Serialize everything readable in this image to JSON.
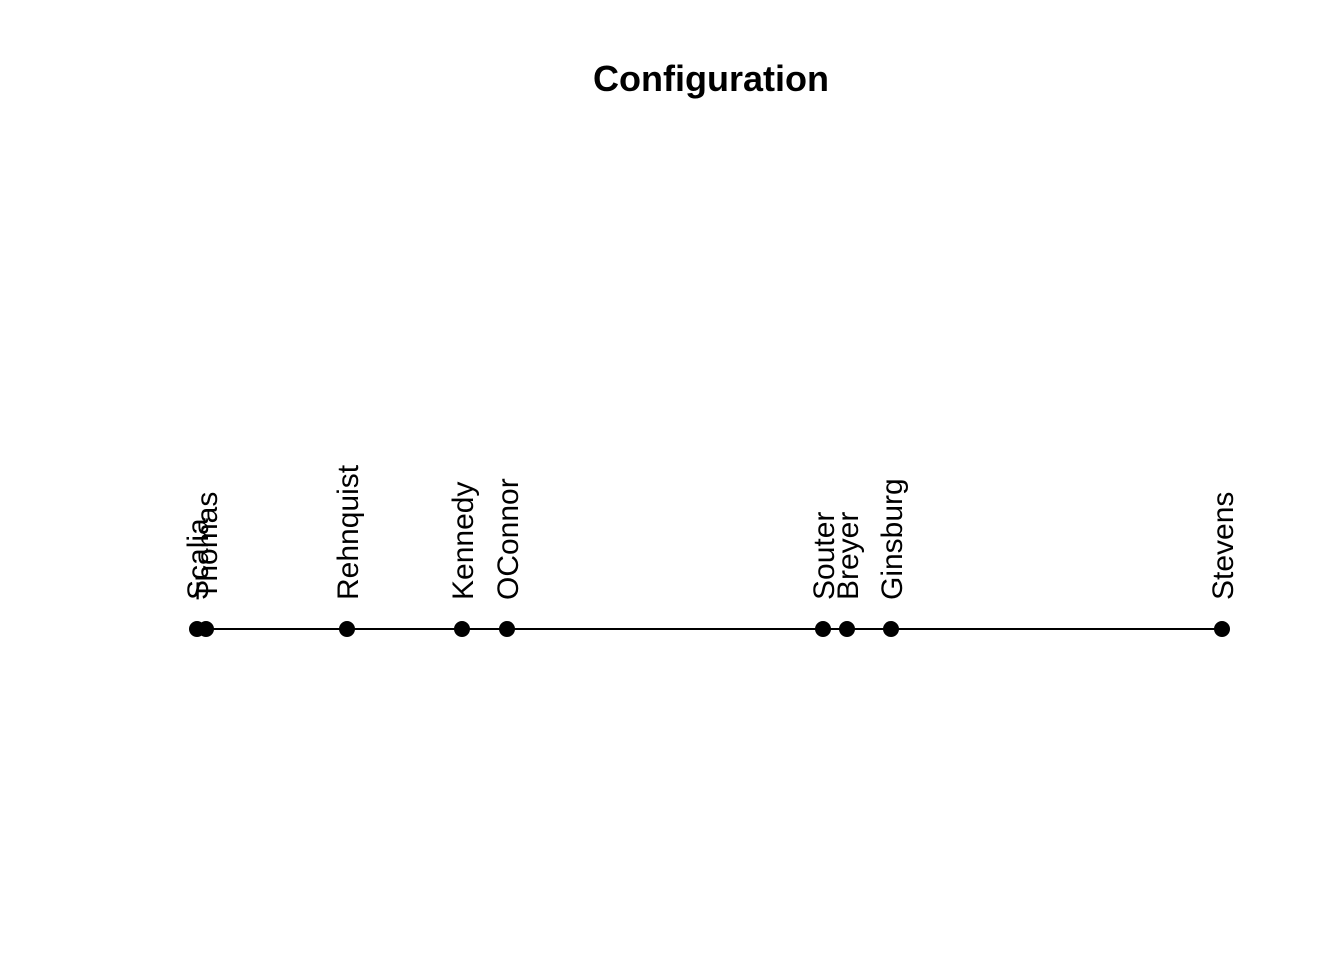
{
  "chart_data": {
    "type": "scatter",
    "title": "Configuration",
    "xlabel": "",
    "ylabel": "",
    "xlim": [
      0,
      1
    ],
    "layout_hints": {
      "orientation": "horizontal-1d",
      "axis_ticks_visible": false,
      "grid": false,
      "legend": "none",
      "point_label_rotation_degrees": 90
    },
    "colors": {
      "background": "#ffffff",
      "line": "#000000",
      "point": "#000000",
      "text": "#000000"
    },
    "points": [
      {
        "label": "Scalia",
        "x": 0.0
      },
      {
        "label": "Thomas",
        "x": 0.009
      },
      {
        "label": "Rehnquist",
        "x": 0.146
      },
      {
        "label": "Kennedy",
        "x": 0.259
      },
      {
        "label": "OConnor",
        "x": 0.302
      },
      {
        "label": "Souter",
        "x": 0.611
      },
      {
        "label": "Breyer",
        "x": 0.634
      },
      {
        "label": "Ginsburg",
        "x": 0.677
      },
      {
        "label": "Stevens",
        "x": 1.0
      }
    ]
  }
}
